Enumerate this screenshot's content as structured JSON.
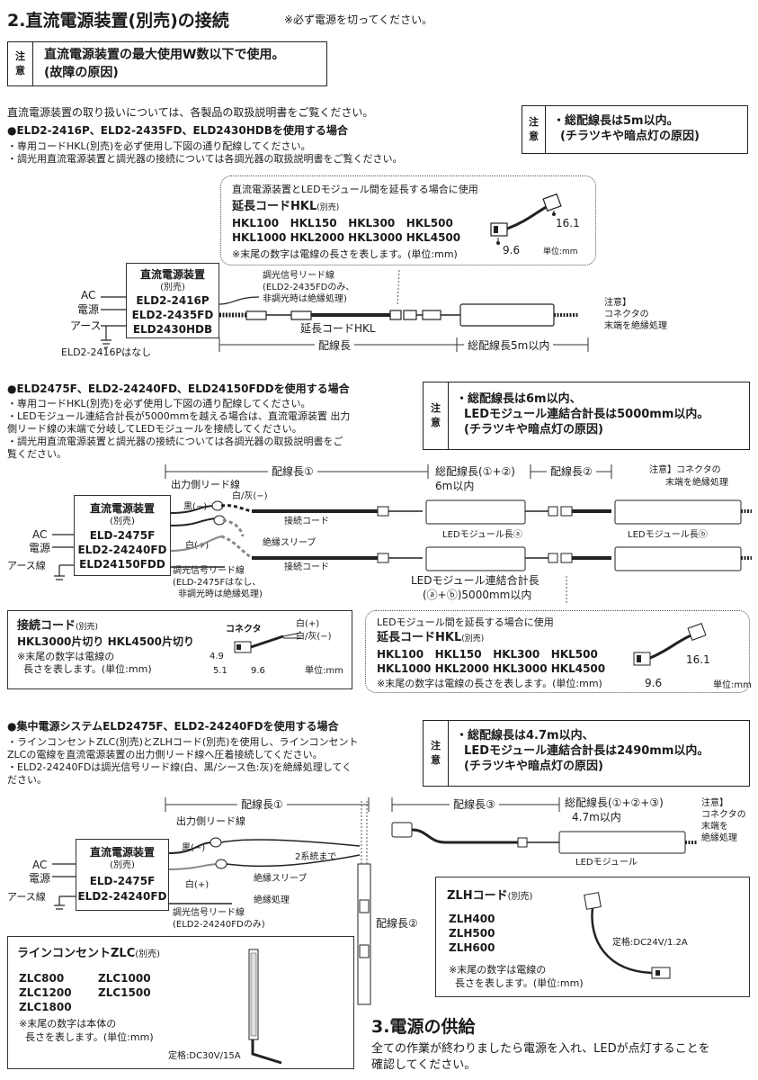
{
  "section2": {
    "title": "2.直流電源装置(別売)の接続",
    "note": "※必ず電源を切ってください。",
    "caution_tag": [
      "注",
      "意"
    ],
    "caution_lines": [
      "直流電源装置の最大使用W数以下で使用。",
      "(故障の原因)"
    ],
    "intro": "直流電源装置の取り扱いについては、各製品の取扱説明書をご覧ください。"
  },
  "case1": {
    "heading": "●ELD2-2416P、ELD2-2435FD、ELD2430HDBを使用する場合",
    "bullets": [
      "・専用コードHKL(別売)を必ず使用し下図の通り配線してください。",
      "・調光用直流電源装置と調光器の接続については各調光器の取扱説明書をご覧ください。"
    ],
    "caution_lines": [
      "・総配線長は5m以内。",
      "(チラツキや暗点灯の原因)"
    ],
    "ext_box": {
      "lead": "直流電源装置とLEDモジュール間を延長する場合に使用",
      "title": "延長コードHKL",
      "title_suffix": "(別売)",
      "models_row1": [
        "HKL100",
        "HKL150",
        "HKL300",
        "HKL500"
      ],
      "models_row2": [
        "HKL1000",
        "HKL2000",
        "HKL3000",
        "HKL4500"
      ],
      "note": "※末尾の数字は電線の長さを表します。(単位:mm)",
      "dim_a": "16.1",
      "dim_b": "9.6",
      "unit": "単位:mm"
    },
    "psu": {
      "title": "直流電源装置",
      "sub": "(別売)",
      "models": [
        "ELD2-2416P",
        "ELD2-2435FD",
        "ELD2430HDB"
      ]
    },
    "ac_labels": [
      "AC",
      "電源",
      "アース"
    ],
    "earth_note": "ELD2-2416Pはなし",
    "dim_lead": [
      "調光信号リード線",
      "(ELD2-2435FDのみ、",
      "非調光時は絶縁処理)"
    ],
    "ext_label": "延長コードHKL",
    "wiring_length": "配線長",
    "total_length": "総配線長5m以内",
    "end_note": [
      "注意】",
      "コネクタの",
      "末端を絶縁処理"
    ]
  },
  "case2": {
    "heading": "●ELD2475F、ELD2-24240FD、ELD24150FDDを使用する場合",
    "bullets": [
      "・専用コードHKL(別売)を必ず使用し下図の通り配線してください。",
      "・LEDモジュール連結合計長が5000mmを越える場合は、直流電源装置 出力",
      "  側リード線の末端で分岐してLEDモジュールを接続してください。",
      "・調光用直流電源装置と調光器の接続については各調光器の取扱説明書をご",
      "  覧ください。"
    ],
    "caution_lines": [
      "・総配線長は6m以内、",
      "  LEDモジュール連結合計長は5000mm以内。",
      "  (チラツキや暗点灯の原因)"
    ],
    "wiring_length_1": "配線長①",
    "total_length": [
      "総配線長(①+②)",
      "6m以内"
    ],
    "wiring_length_2": "配線長②",
    "end_note": [
      "注意】コネクタの",
      "末端を絶縁処理"
    ],
    "output_lead": "出力側リード線",
    "black": "黒(−)",
    "white_gray": "白/灰(−)",
    "white": "白(+)",
    "conn_cord": "接続コード",
    "ins_sleeve": "絶縁スリーブ",
    "dim_lead": [
      "調光信号リード線",
      "(ELD-2475Fはなし、",
      "非調光時は絶縁処理)"
    ],
    "led_len_a": "LEDモジュール長ⓐ",
    "led_len_b": "LEDモジュール長ⓑ",
    "led_total": [
      "LEDモジュール連結合計長",
      "(ⓐ+ⓑ)5000mm以内"
    ],
    "psu": {
      "title": "直流電源装置",
      "sub": "(別売)",
      "models": [
        "ELD-2475F",
        "ELD2-24240FD",
        "ELD24150FDD"
      ]
    },
    "ac_labels": [
      "AC",
      "電源",
      "アース線"
    ],
    "conn_box": {
      "title": "接続コード",
      "title_suffix": "(別売)",
      "models": "HKL3000片切り HKL4500片切り",
      "note": [
        "※末尾の数字は電線の",
        "  長さを表します。(単位:mm)"
      ],
      "connector": "コネクタ",
      "white": "白(+)",
      "white_gray": "白/灰(−)",
      "dims": [
        "4.9",
        "5.1",
        "9.6"
      ],
      "unit": "単位:mm"
    },
    "ext_box": {
      "lead": "LEDモジュール間を延長する場合に使用",
      "title": "延長コードHKL",
      "title_suffix": "(別売)",
      "models_row1": [
        "HKL100",
        "HKL150",
        "HKL300",
        "HKL500"
      ],
      "models_row2": [
        "HKL1000",
        "HKL2000",
        "HKL3000",
        "HKL4500"
      ],
      "note": "※末尾の数字は電線の長さを表します。(単位:mm)",
      "dim_a": "16.1",
      "dim_b": "9.6",
      "unit": "単位:mm"
    }
  },
  "case3": {
    "heading": "●集中電源システムELD2475F、ELD2-24240FDを使用する場合",
    "bullets": [
      "・ラインコンセントZLC(別売)とZLHコード(別売)を使用し、ラインコンセント",
      "  ZLCの電線を直流電源装置の出力側リード線へ圧着接続してください。",
      "・ELD2-24240FDは調光信号リード線(白、黒/シース色:灰)を絶縁処理してく",
      "  ださい。"
    ],
    "caution_lines": [
      "・総配線長は4.7m以内、",
      "  LEDモジュール連結合計長は2490mm以内。",
      "  (チラツキや暗点灯の原因)"
    ],
    "wiring_length_1": "配線長①",
    "output_lead": "出力側リード線",
    "black": "黒(−)",
    "white": "白(+)",
    "two_systems": "2系統まで",
    "ins_sleeve": "絶縁スリーブ",
    "ins_treat": "絶縁処理",
    "dim_lead": [
      "調光信号リード線",
      "(ELD2-24240FDのみ)"
    ],
    "wiring_length_2": "配線長②",
    "wiring_length_3": "配線長③",
    "total_length": [
      "総配線長(①+②+③)",
      "4.7m以内"
    ],
    "led_module": "LEDモジュール",
    "end_note": [
      "注意】",
      "コネクタの",
      "末端を",
      "絶縁処理"
    ],
    "psu": {
      "title": "直流電源装置",
      "sub": "(別売)",
      "models": [
        "ELD-2475F",
        "ELD2-24240FD"
      ]
    },
    "ac_labels": [
      "AC",
      "電源",
      "アース線"
    ],
    "zlc_box": {
      "title": "ラインコンセントZLC",
      "title_suffix": "(別売)",
      "models_col1": [
        "ZLC800",
        "ZLC1200",
        "ZLC1800"
      ],
      "models_col2": [
        "ZLC1000",
        "ZLC1500"
      ],
      "note": [
        "※末尾の数字は本体の",
        "  長さを表します。(単位:mm)"
      ],
      "rating": "定格:DC30V/15A"
    },
    "zlh_box": {
      "title": "ZLHコード",
      "title_suffix": "(別売)",
      "models": [
        "ZLH400",
        "ZLH500",
        "ZLH600"
      ],
      "rating": "定格:DC24V/1.2A",
      "note": [
        "※末尾の数字は電線の",
        "  長さを表します。(単位:mm)"
      ]
    }
  },
  "section3": {
    "title": "3.電源の供給",
    "body": [
      "全ての作業が終わりましたら電源を入れ、LEDが点灯することを",
      "確認してください。"
    ]
  }
}
